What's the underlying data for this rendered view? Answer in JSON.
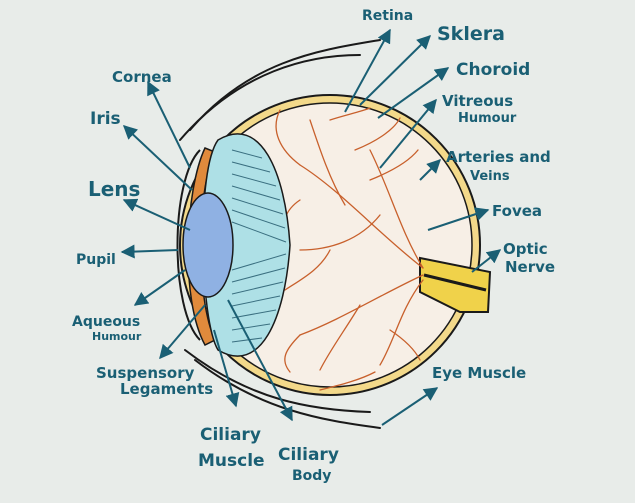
{
  "colors": {
    "background": "#e8ece9",
    "label": "#1a5f74",
    "lens": "#8fb1e3",
    "ciliary": "#aee0e6",
    "sclera_band": "#f3d98a",
    "iris": "#e08a3c",
    "vessels": "#c8602c",
    "optic_nerve": "#f0d24a"
  },
  "labels": {
    "retina": "Retina",
    "sklera": "Sklera",
    "choroid": "Choroid",
    "vitreous_1": "Vitreous",
    "vitreous_2": "Humour",
    "arteries_1": "Arteries and",
    "arteries_2": "Veins",
    "fovea": "Fovea",
    "optic_1": "Optic",
    "optic_2": "Nerve",
    "eye_muscle": "Eye Muscle",
    "cornea": "Cornea",
    "iris": "Iris",
    "lens": "Lens",
    "pupil": "Pupil",
    "aqueous_1": "Aqueous",
    "aqueous_2": "Humour",
    "suspensory_1": "Suspensory",
    "suspensory_2": "Legaments",
    "ciliary_muscle_1": "Ciliary",
    "ciliary_muscle_2": "Muscle",
    "ciliary_body_1": "Ciliary",
    "ciliary_body_2": "Body"
  },
  "icons": {
    "arrow": "arrow-icon"
  }
}
